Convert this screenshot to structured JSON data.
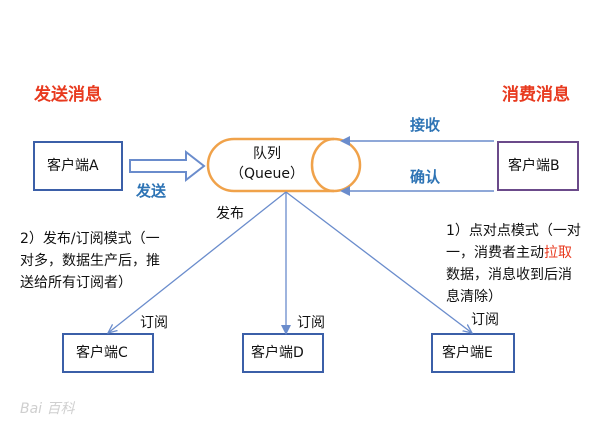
{
  "titles": {
    "send": "发送消息",
    "consume": "消费消息"
  },
  "queue": {
    "line1": "队列",
    "line2": "（Queue）"
  },
  "clients": {
    "a": "客户端A",
    "b": "客户端B",
    "c": "客户端C",
    "d": "客户端D",
    "e": "客户端E"
  },
  "edges": {
    "send": "发送",
    "receive": "接收",
    "confirm": "确认",
    "publish": "发布",
    "subscribe_c": "订阅",
    "subscribe_d": "订阅",
    "subscribe_e": "订阅"
  },
  "notes": {
    "pubsub": [
      "2）发布/订阅模式（一",
      "对多，数据生产后，推",
      "送给所有订阅者）"
    ],
    "p2p_line1": "1）点对点模式（一对",
    "p2p_line2_a": "一，消费者主动",
    "p2p_line2_hl": "拉取",
    "p2p_line3": "数据，消息收到后消",
    "p2p_line4": "息清除）"
  },
  "watermark": "Bai 百科",
  "colors": {
    "red": "#e83a1f",
    "blue": "#2e74b5",
    "box": "#3b5fa8",
    "queue": "#f0a24a",
    "line": "#6a8ccc"
  }
}
